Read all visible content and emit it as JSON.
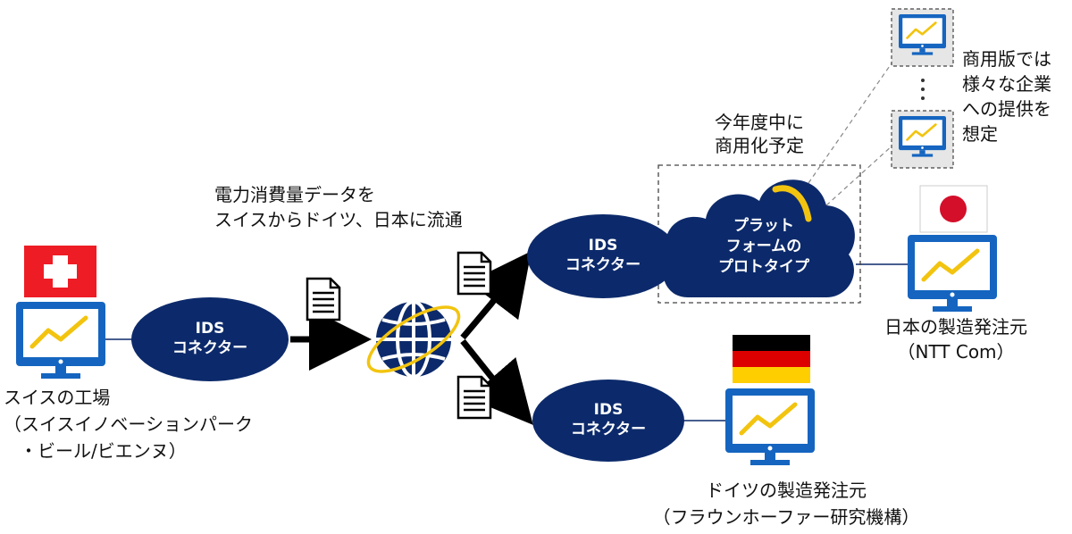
{
  "connector": {
    "line1": "IDS",
    "line2": "コネクター"
  },
  "flow_caption": {
    "line1": "電力消費量データを",
    "line2": "スイスからドイツ、日本に流通"
  },
  "swiss": {
    "line1": "スイスの工場",
    "line2": "（スイスイノベーションパーク",
    "line3": "・ビール/ビエンヌ）"
  },
  "germany": {
    "line1": "ドイツの製造発注元",
    "line2": "（フラウンホーファー研究機構）"
  },
  "japan": {
    "line1": "日本の製造発注元",
    "line2": "（NTT Com）"
  },
  "platform": {
    "line1": "プラット",
    "line2": "フォームの",
    "line3": "プロトタイプ"
  },
  "commercial_plan": {
    "line1": "今年度中に",
    "line2": "商用化予定"
  },
  "commercial_note": {
    "line1": "商用版では",
    "line2": "様々な企業",
    "line3": "への提供を",
    "line4": "想定"
  },
  "colors": {
    "navy": "#0c2a6b",
    "blue": "#1565c0",
    "yellow": "#f2c40f",
    "swiss_red": "#ee1c25",
    "japan_red": "#d40f2a",
    "de_black": "#000000",
    "de_red": "#dd0000",
    "de_gold": "#ffce00"
  }
}
